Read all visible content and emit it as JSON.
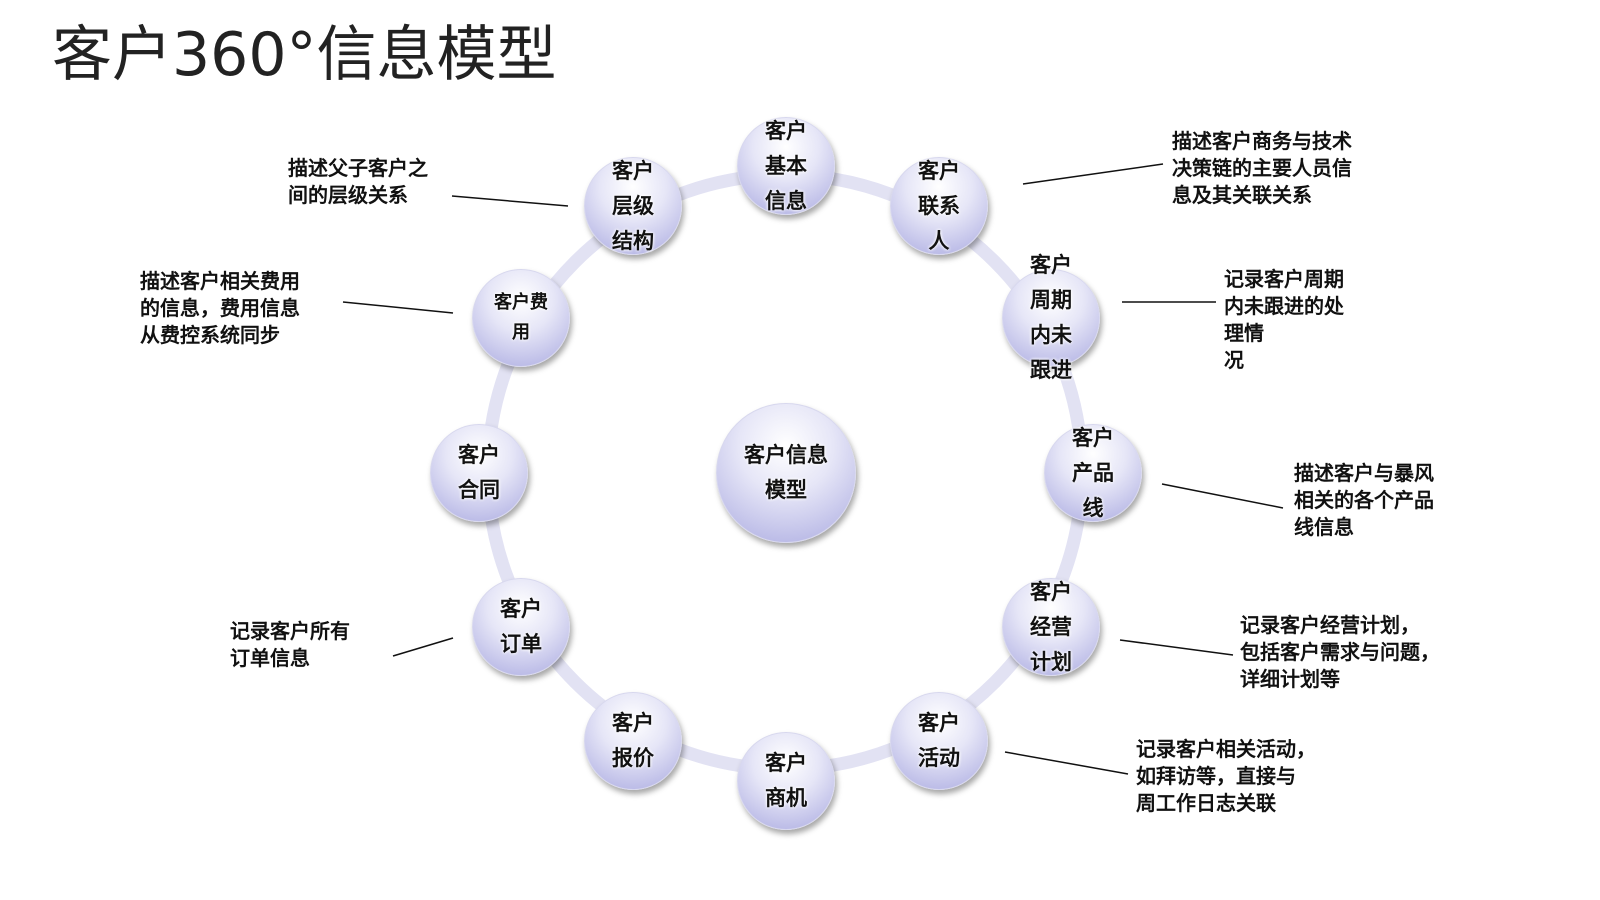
{
  "title": "客户360°信息模型",
  "center": {
    "label": "客户信息\n模型"
  },
  "nodes": [
    {
      "id": "basic-info",
      "label": "客户\n基本\n信息"
    },
    {
      "id": "contacts",
      "label": "客户\n联系\n人"
    },
    {
      "id": "cycle-followup",
      "label": "客户\n周期\n内未\n跟进"
    },
    {
      "id": "product-line",
      "label": "客户\n产品\n线"
    },
    {
      "id": "business-plan",
      "label": "客户\n经营\n计划"
    },
    {
      "id": "activity",
      "label": "客户\n活动"
    },
    {
      "id": "opportunity",
      "label": "客户\n商机"
    },
    {
      "id": "quotation",
      "label": "客户\n报价"
    },
    {
      "id": "order",
      "label": "客户\n订单"
    },
    {
      "id": "contract",
      "label": "客户\n合同"
    },
    {
      "id": "expense",
      "label": "客户费\n用"
    },
    {
      "id": "hierarchy",
      "label": "客户\n层级\n结构"
    }
  ],
  "descriptions": {
    "hierarchy": "描述父子客户之\n间的层级关系",
    "contacts": "描述客户商务与技术\n决策链的主要人员信\n息及其关联关系",
    "expense": "描述客户相关费用\n的信息，费用信息\n从费控系统同步",
    "cycle-followup": "记录客户周期\n内未跟进的处\n理情\n况",
    "product-line": "描述客户与暴风\n相关的各个产品\n线信息",
    "order": "记录客户所有\n订单信息",
    "business-plan": "记录客户经营计划，\n包括客户需求与问题，\n详细计划等",
    "activity": "记录客户相关活动，\n如拜访等，直接与\n周工作日志关联"
  },
  "colors": {
    "ring": "#dcdcf0",
    "node_edge": "#a9a9e0",
    "connector": "#111111"
  }
}
